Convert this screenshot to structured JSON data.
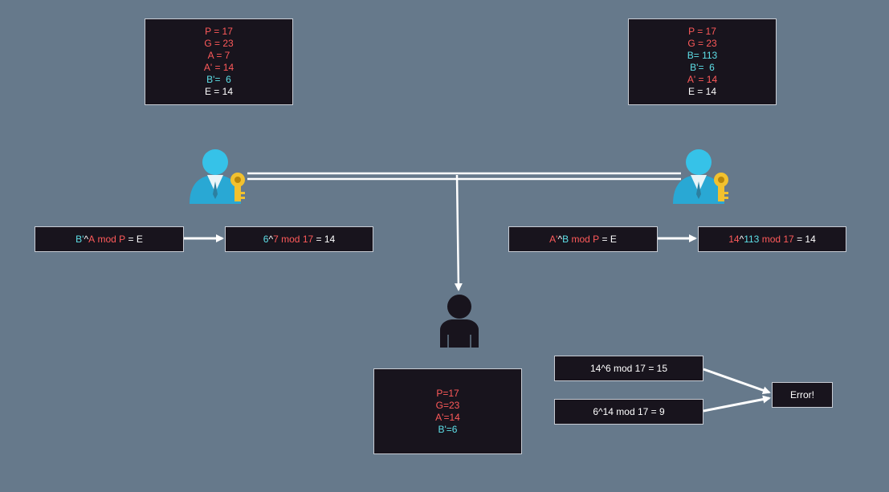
{
  "colors": {
    "background": "#66798b",
    "box_fill": "#18141d",
    "red": "#ff5a5a",
    "cyan": "#5ee0e8",
    "white": "#ffffff"
  },
  "icons": {
    "alice": "user-key-icon",
    "bob": "user-key-icon",
    "eve": "person-silhouette-icon"
  },
  "alice_box": {
    "p": "P = 17",
    "g": "G = 23",
    "a": "A = 7",
    "a_prime": "A' = 14",
    "b_prime": "B'=  6",
    "e": "E = 14"
  },
  "bob_box": {
    "p": "P = 17",
    "g": "G = 23",
    "b": "B= 113",
    "b_prime": "B'=  6",
    "a_prime": "A' = 14",
    "e": "E = 14"
  },
  "alice_formula": {
    "b_prime": "B'",
    "caret": "^",
    "a": "A",
    "mod": " mod ",
    "p": "P",
    "eq": " = E"
  },
  "alice_calc": {
    "base": "6",
    "caret": "^",
    "exp": "7",
    "mod": " mod ",
    "p": "17",
    "eq": " = 14"
  },
  "bob_formula": {
    "a_prime": "A'",
    "caret": "^",
    "b": "B",
    "mod": " mod ",
    "p": "P",
    "eq": " = E"
  },
  "bob_calc": {
    "base": "14",
    "caret": "^",
    "exp": "113",
    "mod": " mod ",
    "p": "17",
    "eq": " = 14"
  },
  "eve_box": {
    "p": "P=17",
    "g": "G=23",
    "a_prime": "A'=14",
    "b_prime": "B'=6"
  },
  "eve_calc_1": "14^6 mod 17 = 15",
  "eve_calc_2": "6^14 mod 17 = 9",
  "error_label": "Error!"
}
